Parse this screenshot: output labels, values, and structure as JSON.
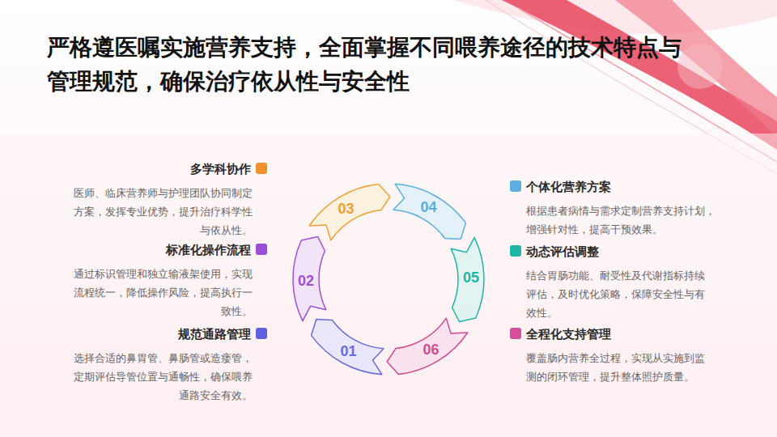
{
  "diagram": {
    "title": "严格遵医嘱实施营养支持，全面掌握不同喂养途径的技术特点与 管理规范，确保治疗依从性与安全性",
    "nodes": [
      {
        "text": [
          "01"
        ]
      },
      {
        "text": [
          "02"
        ]
      },
      {
        "text": [
          "03"
        ]
      },
      {
        "text": [
          "04"
        ]
      },
      {
        "text": [
          "05"
        ]
      },
      {
        "text": [
          "06"
        ]
      }
    ],
    "labels": [
      "多学科协作",
      "医师、临床营养师与护理团队协同制定 方案，发挥专业优势，提升治疗科学性 与依从性。",
      "个体化营养方案",
      "根据患者病情与需求定制营养支持计划， 增强针对性，提高干预效果。",
      "标准化操作流程",
      "通过标识管理和独立输液架使用，实现 流程统一，降低操作风险，提高执行一 致性。",
      "动态评估调整",
      "结合胃肠功能、耐受性及代谢指标持续 评估，及时优化策略，保障安全性与有 效性。",
      "规范通路管理",
      "选择合适的鼻胃管、鼻肠管或造瘘管， 定期评估导管位置与通畅性，确保喂养 通路安全有效。",
      "全程化支持管理",
      "覆盖肠内营养全过程，实现从实施到监 测的闭环管理，提升整体照护质量。"
    ]
  }
}
